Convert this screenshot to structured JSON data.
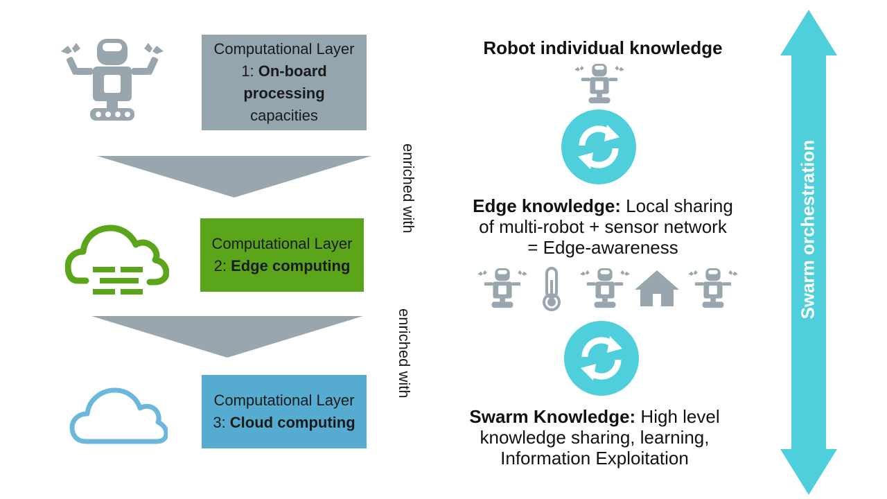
{
  "layers": [
    {
      "prefix": "Computational Layer 1: ",
      "bold": "On-board processing",
      "suffix": " capacities",
      "color": "#95a5ae"
    },
    {
      "prefix": "Computational Layer 2: ",
      "bold": "Edge computing",
      "suffix": "",
      "color": "#5aa51a"
    },
    {
      "prefix": "Computational Layer 3: ",
      "bold": "Cloud computing",
      "suffix": "",
      "color": "#55acd0"
    }
  ],
  "connectors": [
    {
      "label": "enriched with"
    },
    {
      "label": "enriched with"
    }
  ],
  "knowledge": {
    "robot": {
      "title": "Robot individual knowledge"
    },
    "edge": {
      "bold": "Edge knowledge:",
      "rest_line1": " Local sharing",
      "line2": "of multi-robot + sensor network",
      "line3": "= Edge-awareness"
    },
    "swarm": {
      "bold": "Swarm Knowledge:",
      "rest_line1": " High level",
      "line2": "knowledge sharing, learning,",
      "line3": "Information Exploitation"
    }
  },
  "orchestration": {
    "label": "Swarm orchestration",
    "color": "#4ecfdb"
  },
  "icons": {
    "gray": "#9aa6ad",
    "green": "#5aa51a",
    "cloud_blue": "#6cb8dc",
    "sync": "#4ecfdb"
  }
}
